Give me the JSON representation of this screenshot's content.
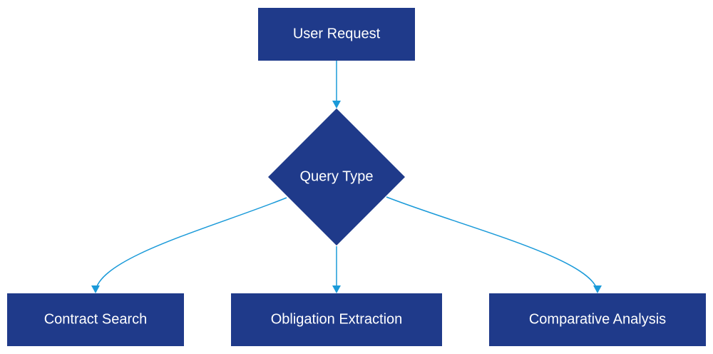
{
  "colors": {
    "node_fill": "#1f3a8a",
    "edge": "#1a9ad9",
    "text": "#ffffff",
    "background": "#ffffff"
  },
  "nodes": {
    "user_request": "User Request",
    "query_type": "Query Type",
    "contract_search": "Contract Search",
    "obligation_extraction": "Obligation Extraction",
    "comparative_analysis": "Comparative Analysis"
  },
  "edges": [
    {
      "from": "user_request",
      "to": "query_type"
    },
    {
      "from": "query_type",
      "to": "contract_search"
    },
    {
      "from": "query_type",
      "to": "obligation_extraction"
    },
    {
      "from": "query_type",
      "to": "comparative_analysis"
    }
  ]
}
